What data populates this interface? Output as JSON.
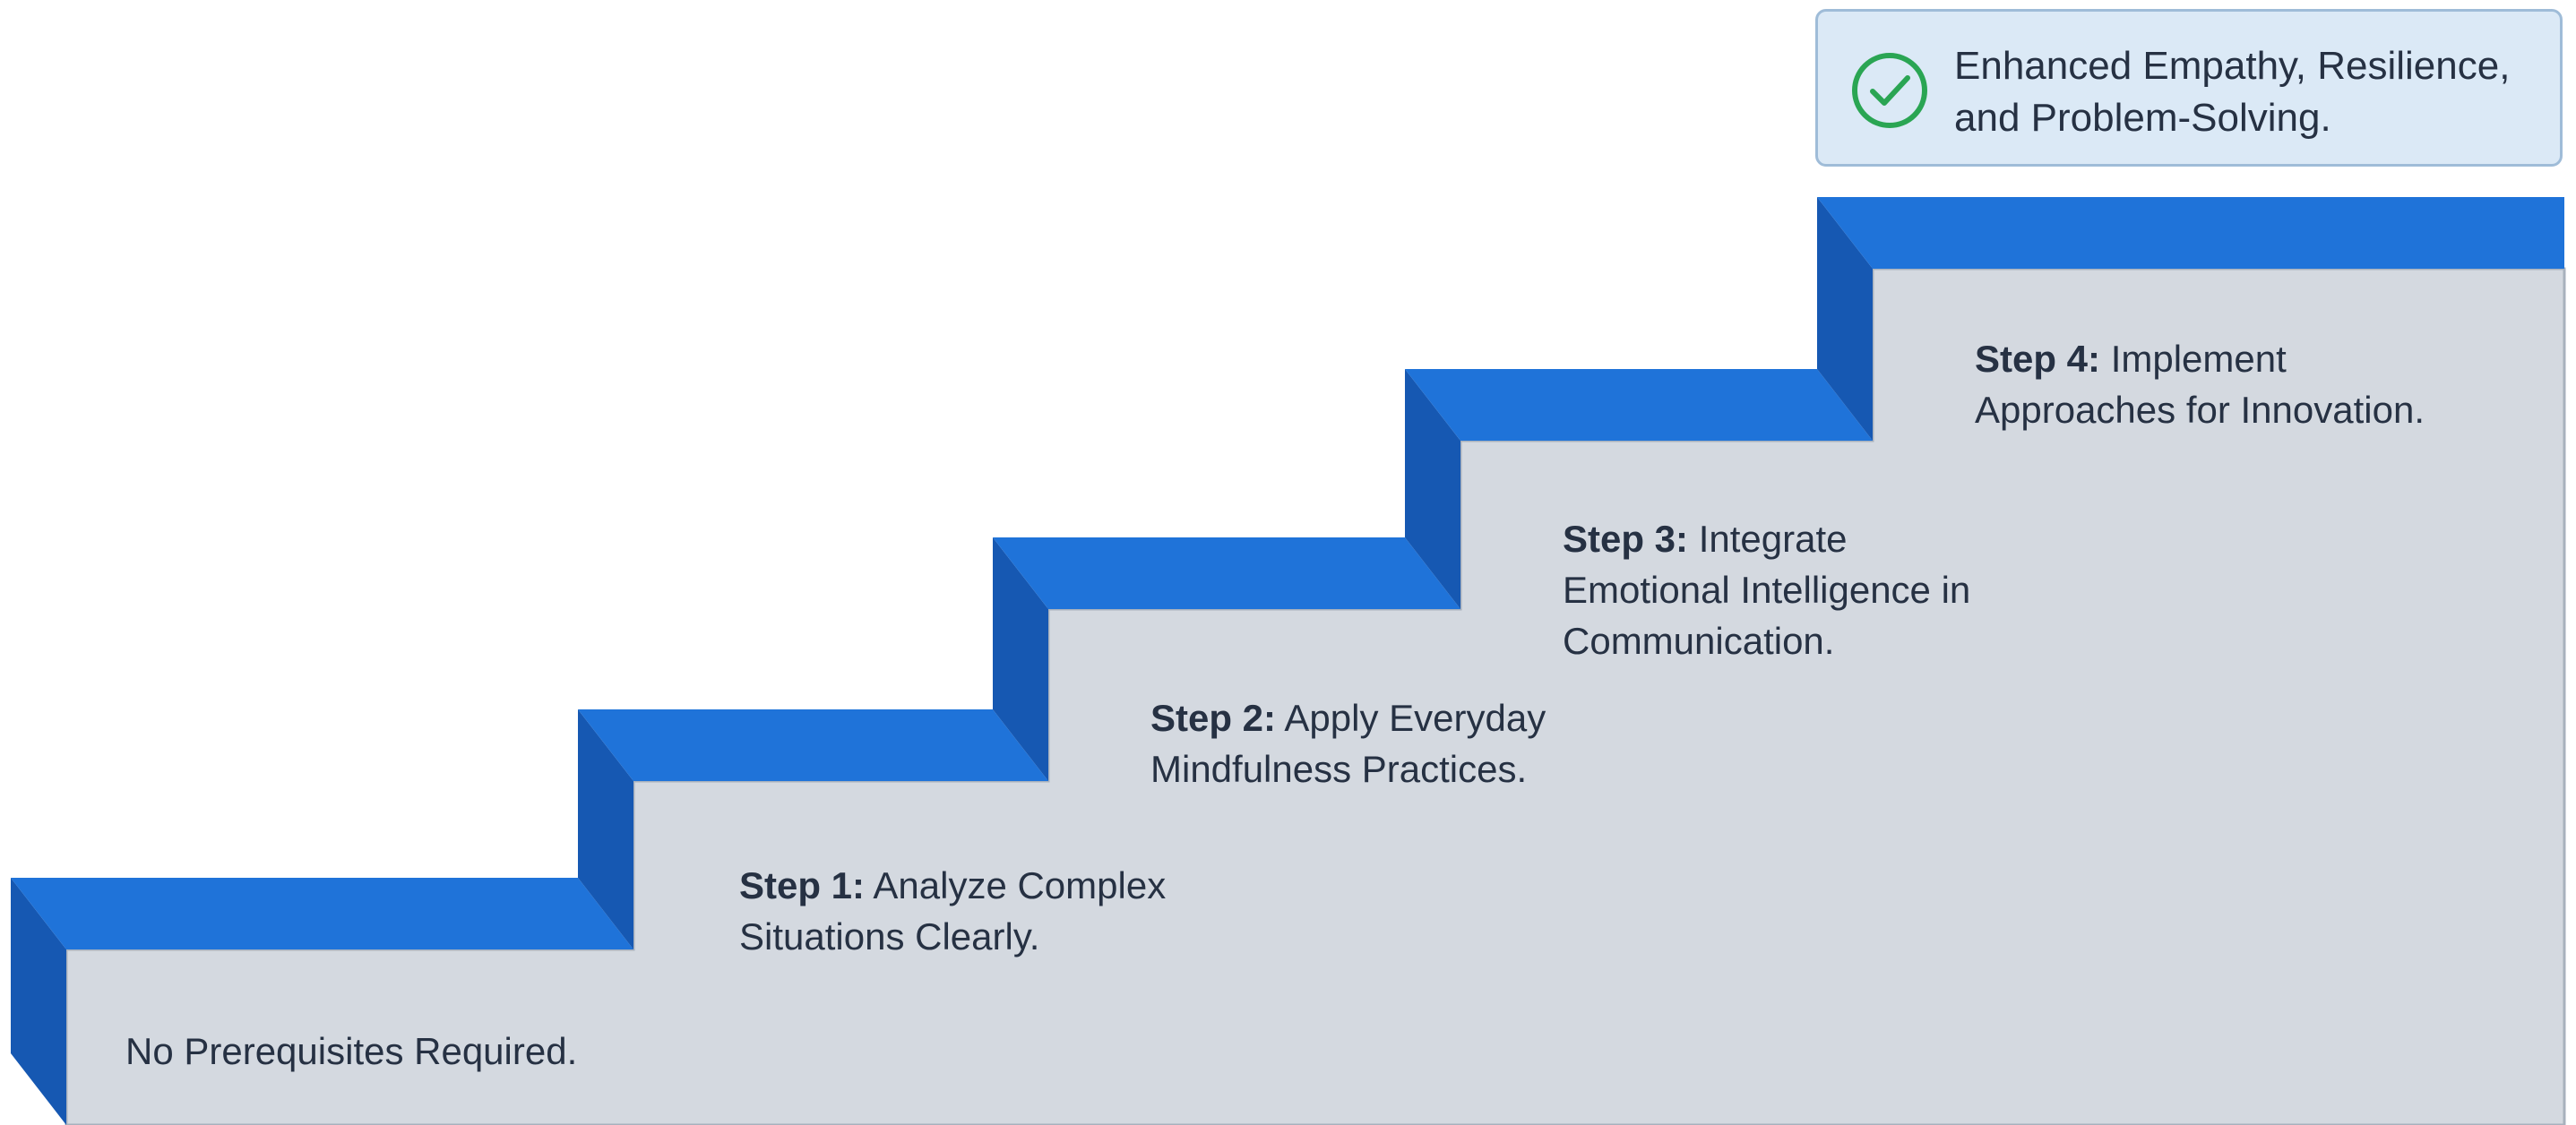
{
  "colors": {
    "tread_top": "#1f73d9",
    "riser_face": "#1658b2",
    "wall_gray": "#d4d9e0",
    "wall_edge": "#a8b1bd",
    "text": "#263143",
    "outcome_bg": "#dbe9f6",
    "outcome_border": "#9fbcd8",
    "check_green": "#2aa553"
  },
  "start": {
    "label": "No Prerequisites Required."
  },
  "steps": [
    {
      "bold": "Step 1:",
      "line1": "Analyze Complex",
      "line2": "Situations Clearly.",
      "line3": ""
    },
    {
      "bold": "Step 2:",
      "line1": "Apply Everyday",
      "line2": "Mindfulness Practices.",
      "line3": ""
    },
    {
      "bold": "Step 3:",
      "line1": "Integrate",
      "line2": "Emotional Intelligence in",
      "line3": "Communication."
    },
    {
      "bold": "Step 4:",
      "line1": "Implement",
      "line2": "Approaches for Innovation.",
      "line3": ""
    }
  ],
  "outcome": {
    "icon": "check-circle-icon",
    "line1": "Enhanced Empathy, Resilience,",
    "line2": "and Problem-Solving."
  }
}
